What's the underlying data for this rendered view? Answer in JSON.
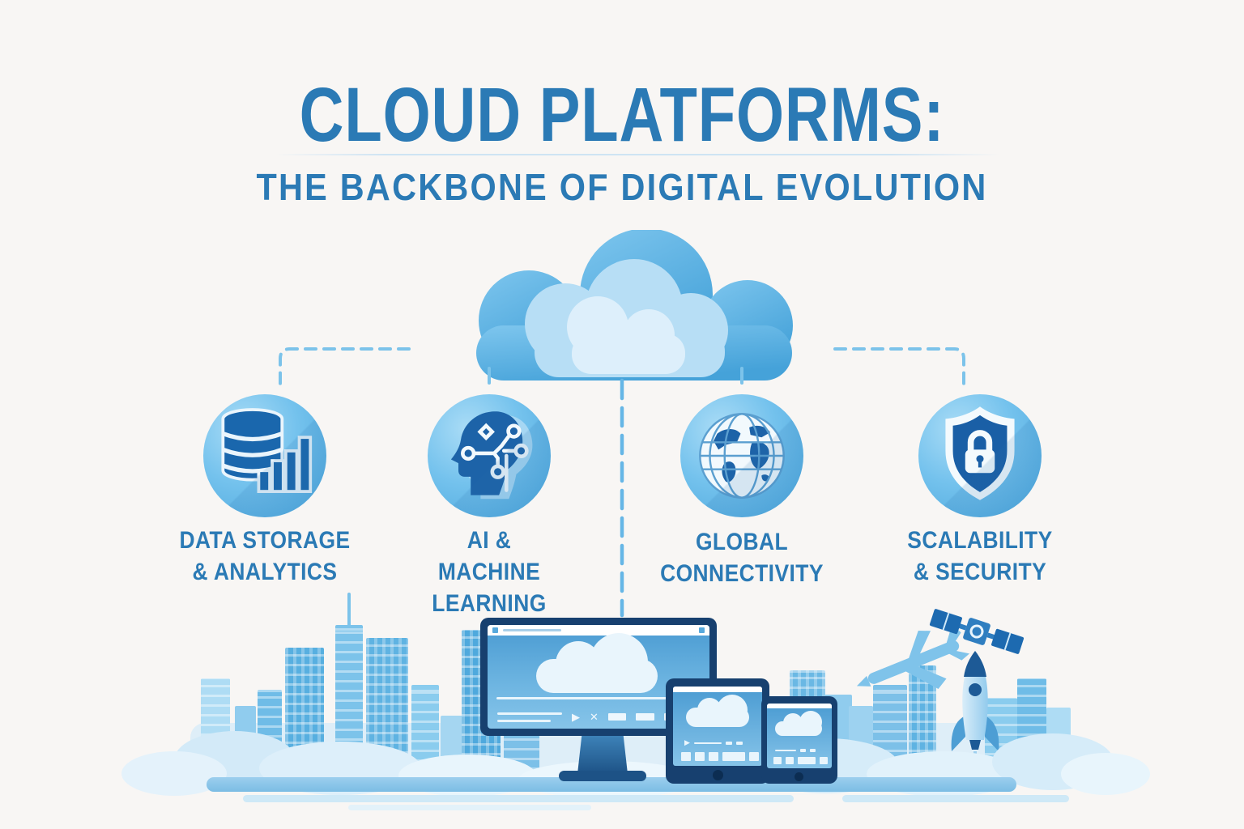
{
  "header": {
    "title": "CLOUD PLATFORMS:",
    "subtitle": "THE BACKBONE OF DIGITAL EVOLUTION"
  },
  "features": [
    {
      "id": "data-storage-analytics",
      "icon": "database-bar-chart-icon",
      "label_lines": [
        "DATA STORAGE",
        "& ANALYTICS"
      ]
    },
    {
      "id": "ai-machine-learning",
      "icon": "ai-head-circuit-icon",
      "label_lines": [
        "AI &",
        "MACHINE",
        "LEARNING"
      ]
    },
    {
      "id": "global-connectivity",
      "icon": "globe-icon",
      "label_lines": [
        "GLOBAL",
        "CONNECTIVITY"
      ]
    },
    {
      "id": "scalability-security",
      "icon": "shield-lock-icon",
      "label_lines": [
        "SCALABILITY",
        "& SECURITY"
      ]
    }
  ],
  "scene": {
    "central_icon": "cloud-icon",
    "monitor_icons": {
      "play_icon": "▶",
      "close_icon": "✕"
    },
    "illustrations": [
      "city-skyline",
      "desktop-monitor",
      "tablet",
      "small-tablet",
      "airplane",
      "satellite",
      "rocket",
      "ground-clouds"
    ]
  },
  "colors": {
    "background": "#f8f6f4",
    "heading_text": "#2b7ab5",
    "accent_light_blue": "#7cc3ea",
    "accent_mid_blue": "#49a5db",
    "accent_dark_blue": "#1d63a8",
    "device_navy": "#17406f"
  }
}
